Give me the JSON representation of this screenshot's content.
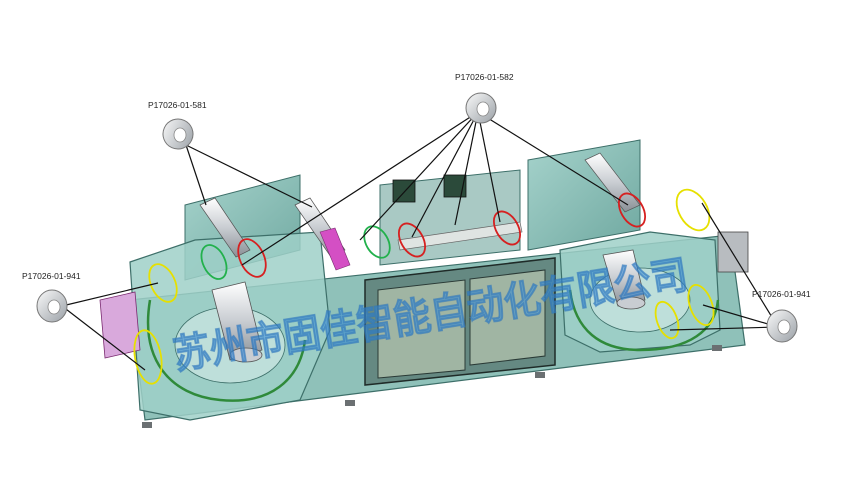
{
  "diagram": {
    "callouts": [
      {
        "id": "left-top",
        "label": "P17026-01-581"
      },
      {
        "id": "center-top",
        "label": "P17026-01-582"
      },
      {
        "id": "left-side",
        "label": "P17026-01-941"
      },
      {
        "id": "right-side",
        "label": "P17026-01-941"
      }
    ],
    "watermark": "苏州市固佳智能自动化有限公司",
    "colors": {
      "frame": "#7fb3ad",
      "frame_dark": "#4f8a84",
      "belt": "#2f8a3a",
      "red_marker": "#d62020",
      "yellow_marker": "#e6e000",
      "green_marker": "#22b14c",
      "leader": "#111111"
    }
  }
}
